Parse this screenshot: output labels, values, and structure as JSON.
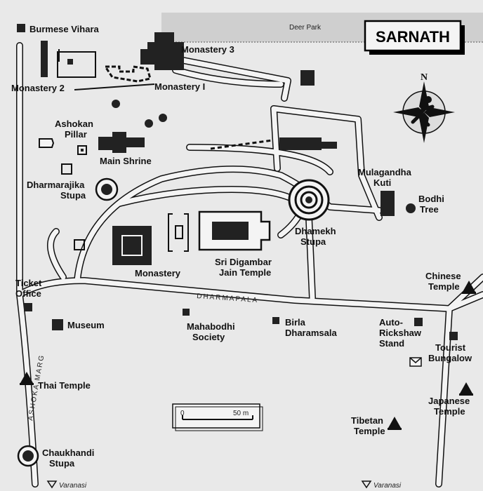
{
  "title": "SARNATH",
  "deer_park": "Deer Park",
  "compass_letter": "N",
  "scale_bar": {
    "start": "0",
    "end": "50 m"
  },
  "streets": {
    "dharmapala": "DHARMAPALA",
    "ashoka_marg": "ASHOKA MARG"
  },
  "exits": {
    "left": "Varanasi",
    "right": "Varanasi"
  },
  "labels": {
    "burmese_vihara": "Burmese Vihara",
    "monastery3": "Monastery 3",
    "monastery2": "Monastery 2",
    "monastery1": "Monastery I",
    "ashokan_pillar": [
      "Ashokan",
      "Pillar"
    ],
    "main_shrine": "Main Shrine",
    "dharmarajika": [
      "Dharmarajika",
      "Stupa"
    ],
    "mulagandha": [
      "Mulagandha",
      "Kuti"
    ],
    "bodhi": [
      "Bodhi",
      "Tree"
    ],
    "dhamekh": [
      "Dhamekh",
      "Stupa"
    ],
    "monastery": "Monastery",
    "digambar": [
      "Sri Digambar",
      "Jain Temple"
    ],
    "ticket": [
      "Ticket",
      "Office"
    ],
    "chinese": [
      "Chinese",
      "Temple"
    ],
    "museum": "Museum",
    "mahabodhi": [
      "Mahabodhi",
      "Society"
    ],
    "birla": [
      "Birla",
      "Dharamsala"
    ],
    "auto": [
      "Auto-",
      "Rickshaw",
      "Stand"
    ],
    "tourist": [
      "Tourist",
      "Bungalow"
    ],
    "thai": "Thai Temple",
    "japanese": [
      "Japanese",
      "Temple"
    ],
    "tibetan": [
      "Tibetan",
      "Temple"
    ],
    "chaukhandi": [
      "Chaukhandi",
      "Stupa"
    ]
  },
  "colors": {
    "map_bg": "#e9e9e9",
    "ink": "#111111",
    "paper": "#f4f4f4"
  }
}
